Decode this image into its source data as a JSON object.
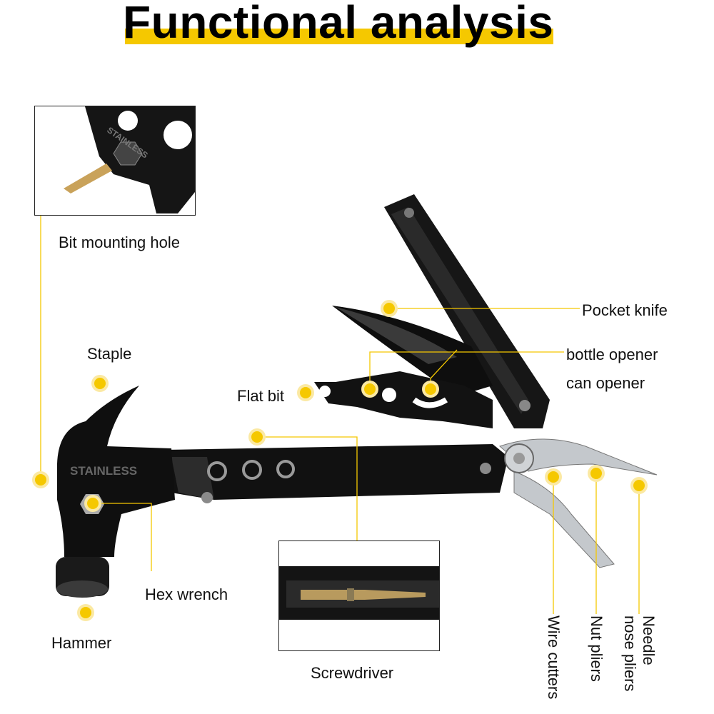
{
  "title": "Functional analysis",
  "colors": {
    "accent": "#f5c800",
    "tool": "#111111",
    "steel": "#b8bcc0"
  },
  "insets": {
    "bit_mount_engraving": "STAINLESS"
  },
  "tool_engraving": "STAINLESS",
  "labels": {
    "bit_mounting_hole": "Bit mounting hole",
    "staple": "Staple",
    "hex_wrench": "Hex wrench",
    "hammer": "Hammer",
    "flat_bit": "Flat bit",
    "pocket_knife": "Pocket knife",
    "bottle_opener": "bottle opener",
    "can_opener": "can opener",
    "screwdriver": "Screwdriver",
    "wire_cutters": "Wire cutters",
    "nut_pliers": "Nut pliers",
    "needle_nose_pliers_line1": "Needle",
    "needle_nose_pliers_line2": "nose pliers"
  }
}
